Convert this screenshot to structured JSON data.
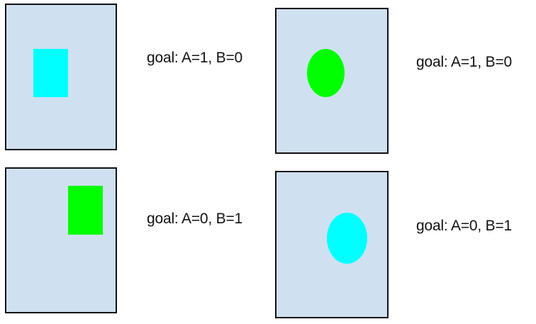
{
  "panels": [
    {
      "id": "p1",
      "shape": "square",
      "color": "#00ffff",
      "goal": "goal: A=1, B=0"
    },
    {
      "id": "p2",
      "shape": "circle",
      "color": "#00ff00",
      "goal": "goal: A=1, B=0"
    },
    {
      "id": "p3",
      "shape": "square",
      "color": "#00ff00",
      "goal": "goal: A=0, B=1"
    },
    {
      "id": "p4",
      "shape": "circle",
      "color": "#00ffff",
      "goal": "goal: A=0, B=1"
    }
  ],
  "colors": {
    "panel_background": "#cfe0f1",
    "panel_border": "#111111"
  }
}
